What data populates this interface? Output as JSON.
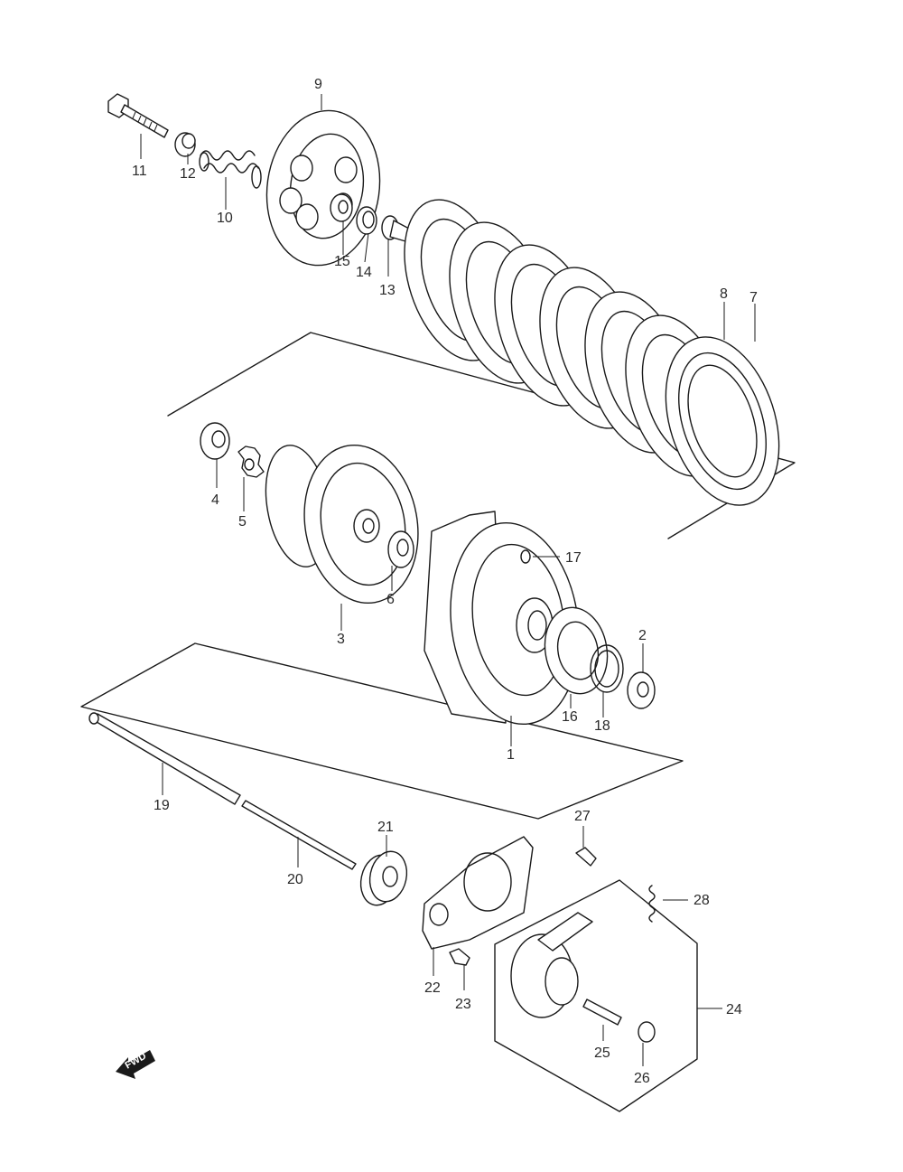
{
  "labels": [
    "1",
    "2",
    "3",
    "4",
    "5",
    "6",
    "7",
    "8",
    "9",
    "10",
    "11",
    "12",
    "13",
    "14",
    "15",
    "16",
    "17",
    "18",
    "19",
    "20",
    "21",
    "22",
    "23",
    "24",
    "25",
    "26",
    "27",
    "28"
  ],
  "fwd_text": "FWD"
}
